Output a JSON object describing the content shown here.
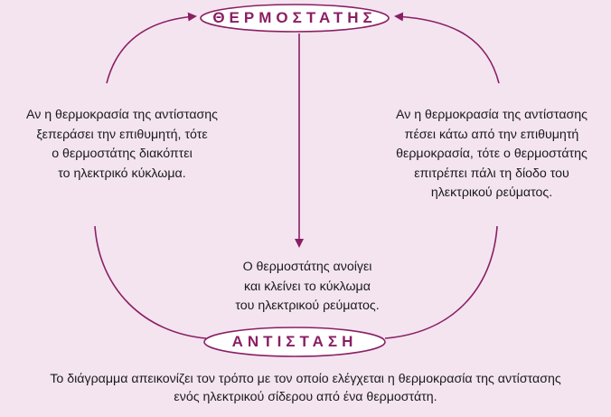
{
  "nodes": {
    "top": "ΘΕΡΜΟΣΤΑΤΗΣ",
    "bottom": "ΑΝΤΙΣΤΑΣΗ"
  },
  "labels": {
    "left": "Αν η θερμοκρασία της αντίστασης\nξεπεράσει την επιθυμητή, τότε\nο θερμοστάτης διακόπτει\nτο ηλεκτρικό κύκλωμα.",
    "right": "Αν η θερμοκρασία της αντίστασης\nπέσει κάτω από την επιθυμητή\nθερμοκρασία, τότε ο θερμοστάτης\nεπιτρέπει πάλι τη δίοδο του\nηλεκτρικού ρεύματος.",
    "center": "Ο θερμοστάτης ανοίγει\nκαι κλείνει το κύκλωμα\nτου ηλεκτρικού ρεύματος."
  },
  "caption": "Το διάγραμμα απεικονίζει τον τρόπο με τον οποίο ελέγχεται η θερμοκρασία της αντίστασης\nενός ηλεκτρικού σίδερου από ένα θερμοστάτη.",
  "colors": {
    "background": "#f3e4f0",
    "accent": "#8a1f63",
    "ellipse_fill": "#ffffff"
  }
}
